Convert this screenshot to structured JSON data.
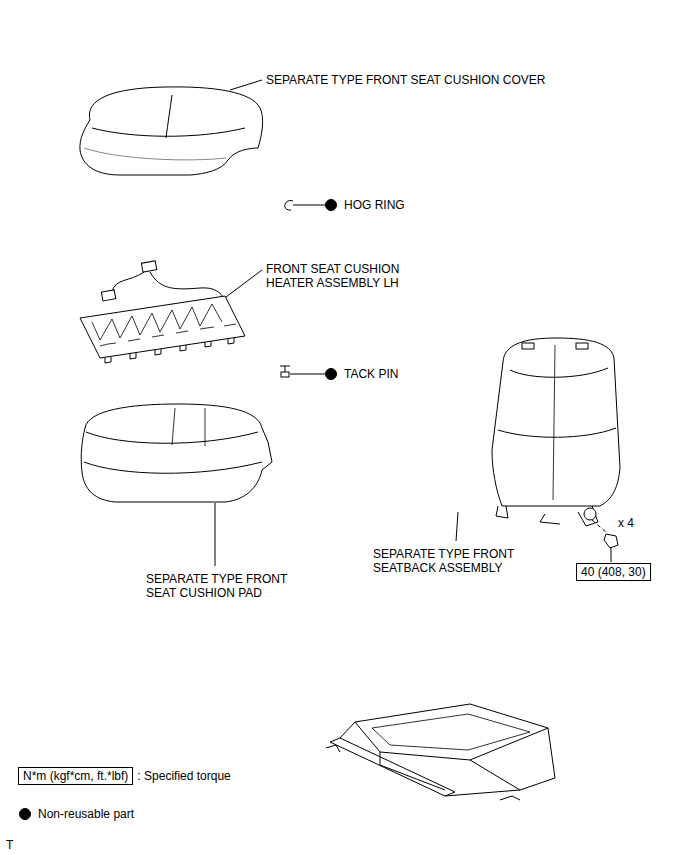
{
  "diagram": {
    "nodes": [
      {
        "text": [
          "40 (408, 30)"
        ]
      },
      {
        "text": [
          "N*m (kgf*cm, ft.*lbf)"
        ]
      }
    ],
    "labels": [
      "SEPARATE TYPE FRONT SEAT CUSHION COVER",
      "HOG RING",
      "FRONT SEAT CUSHION HEATER ASSEMBLY LH",
      "TACK PIN",
      "SEPARATE TYPE FRONT SEAT CUSHION PAD",
      "SEPARATE TYPE FRONT SEATBACK ASSEMBLY",
      "x 4",
      "T"
    ],
    "legend": [
      {
        "text": ": Specified torque"
      },
      {
        "text": "Non-reusable part"
      }
    ]
  }
}
